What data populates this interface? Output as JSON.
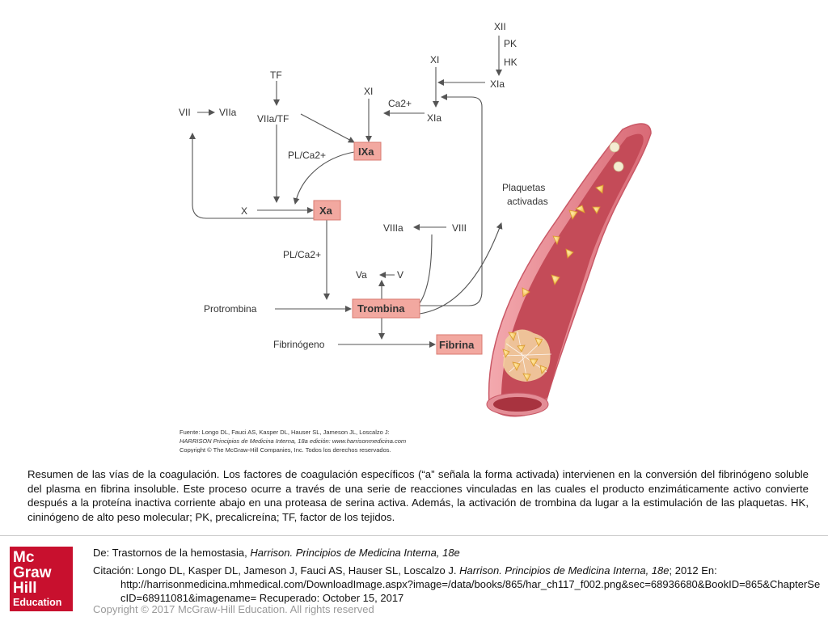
{
  "diagram": {
    "nodes": {
      "xii": "XII",
      "pk": "PK",
      "hk": "HK",
      "xia_top": "XIa",
      "xi_top": "XI",
      "xi_mid": "XI",
      "ca": "Ca2+",
      "xia_mid": "XIa",
      "tf": "TF",
      "vii": "VII",
      "viia": "VIIa",
      "viia_tf": "VIIa/TF",
      "pl_ca_1": "PL/Ca2+",
      "ixa": "IXa",
      "x": "X",
      "xa": "Xa",
      "viiia": "VIIIa",
      "viii": "VIII",
      "pl_ca_2": "PL/Ca2+",
      "va": "Va",
      "v": "V",
      "protrombina": "Protrombina",
      "trombina": "Trombina",
      "fibrinogeno": "Fibrinógeno",
      "fibrina": "Fibrina",
      "plaquetas_1": "Plaquetas",
      "plaquetas_2": "activadas"
    },
    "source_line_1": "Fuente: Longo DL, Fauci AS, Kasper DL, Hauser SL, Jameson JL, Loscalzo J:",
    "source_line_2": "HARRISON Principios de Medicina Interna, 18a edición: www.harrisonmedicina.com",
    "source_line_3": "Copyright © The McGraw-Hill Companies, Inc. Todos los derechos reservados.",
    "colors": {
      "box_fill": "#f2a8a0",
      "box_stroke": "#d97a70",
      "arrow": "#555555",
      "vessel_wall": "#e07f88",
      "vessel_lumen": "#c24a55",
      "platelet": "#f5c04a"
    }
  },
  "caption": "Resumen de las vías de la coagulación. Los factores de coagulación específicos (“a” señala la forma activada) intervienen en la conversión del fibrinógeno soluble del plasma en fibrina insoluble. Este proceso ocurre a través de una serie de reacciones vinculadas en las cuales el producto enzimáticamente activo convierte después a la proteína inactiva corriente abajo en una proteasa de serina activa. Además, la activación de trombina da lugar a la estimulación de las plaquetas. HK, cininógeno de alto peso molecular; PK, precalicreína; TF, factor de los tejidos.",
  "footer": {
    "logo": {
      "line1": "Mc",
      "line2": "Graw",
      "line3": "Hill",
      "line4": "Education",
      "color": "#c8102e"
    },
    "from_prefix": "De: Trastornos de la hemostasia, ",
    "from_title": "Harrison. Principios de Medicina Interna, 18e",
    "citation_prefix": "Citación: Longo DL, Kasper DL, Jameson J, Fauci AS, Hauser SL, Loscalzo J",
    "citation_sep": ". ",
    "citation_title": "Harrison. Principios de Medicina Interna, 18e",
    "citation_suffix": "; 2012 En:",
    "citation_url": "http://harrisonmedicina.mhmedical.com/DownloadImage.aspx?image=/data/books/865/har_ch117_f002.png&sec=68936680&BookID=865&ChapterSecID=68911081&imagename= Recuperado: October 15, 2017",
    "copyright": "Copyright © 2017 McGraw-Hill Education. All rights reserved"
  }
}
